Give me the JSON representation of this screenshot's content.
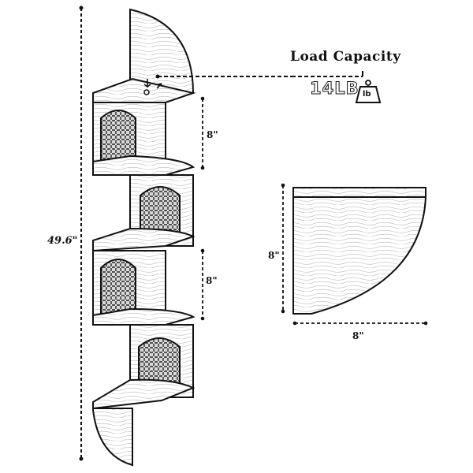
{
  "load": {
    "title": "Load Capacity",
    "value": "14LB",
    "unit_icon_text": "lb"
  },
  "dimensions": {
    "total_height": "49.6\"",
    "shelf_spacing_top": "8\"",
    "shelf_spacing_mid": "8\"",
    "detail_depth": "8\"",
    "detail_width": "8\""
  },
  "colors": {
    "ink": "#111111",
    "wood": "#ffffff"
  }
}
